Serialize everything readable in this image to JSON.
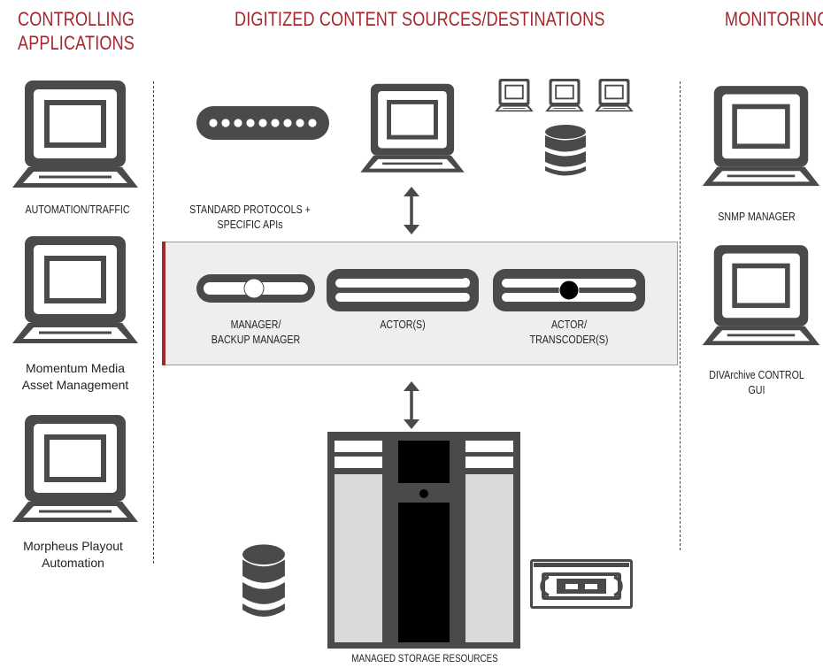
{
  "headers": {
    "controlling": [
      "CONTROLLING",
      "APPLICATIONS"
    ],
    "sources": "DIGITIZED CONTENT SOURCES/DESTINATIONS",
    "monitoring": "MONITORING"
  },
  "controlling_apps": [
    {
      "label": [
        "AUTOMATION/TRAFFIC"
      ]
    },
    {
      "label": [
        "Momentum Media",
        "Asset Management"
      ]
    },
    {
      "label": [
        "Morpheus Playout",
        "Automation"
      ]
    }
  ],
  "protocols_label": [
    "STANDARD PROTOCOLS +",
    "SPECIFIC APIs"
  ],
  "components": [
    {
      "label": [
        "MANAGER/",
        "BACKUP MANAGER"
      ]
    },
    {
      "label": [
        "ACTOR(S)"
      ]
    },
    {
      "label": [
        "ACTOR/",
        "TRANSCODER(S)"
      ]
    }
  ],
  "monitoring_apps": [
    {
      "label": [
        "SNMP MANAGER"
      ]
    },
    {
      "label": [
        "DIVArchive CONTROL",
        "GUI"
      ]
    }
  ],
  "storage_label": "MANAGED STORAGE RESOURCES",
  "colors": {
    "accent": "#a5262b",
    "icon": "#4a4a4a",
    "panel": "#eeeeee"
  }
}
